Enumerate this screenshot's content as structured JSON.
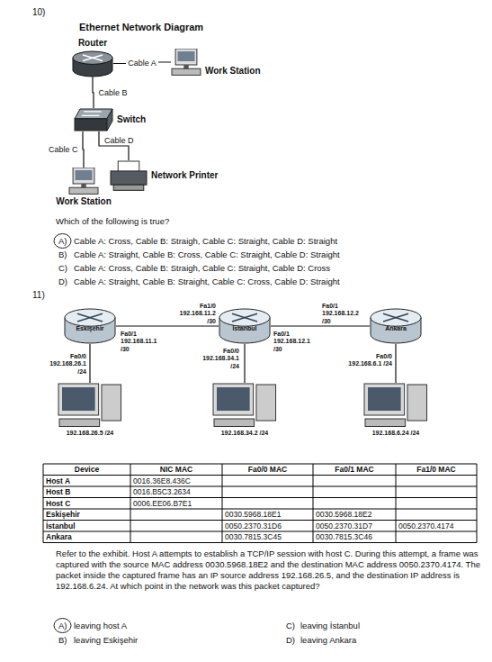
{
  "diagram": {
    "title": "Ethernet Network Diagram",
    "nodes": [
      {
        "text": [
          "Router"
        ]
      },
      {
        "text": [
          "Work Station"
        ]
      },
      {
        "text": [
          "Switch"
        ]
      },
      {
        "text": [
          "Work Station"
        ]
      },
      {
        "text": [
          "Network Printer"
        ]
      },
      {
        "text": [
          "Eskişehir"
        ]
      },
      {
        "text": [
          "İstanbul"
        ]
      },
      {
        "text": [
          "Ankara"
        ]
      },
      {
        "text": [
          "192.168.26.5 /24"
        ]
      },
      {
        "text": [
          "192.168.34.2 /24"
        ]
      },
      {
        "text": [
          "192.168.6.24 /24"
        ]
      }
    ],
    "edges": [
      {
        "from": 0,
        "to": 1,
        "arrow": "none",
        "label": "Cable A"
      },
      {
        "from": 0,
        "to": 2,
        "arrow": "none",
        "label": "Cable B"
      },
      {
        "from": 2,
        "to": 3,
        "arrow": "none",
        "label": "Cable C"
      },
      {
        "from": 2,
        "to": 4,
        "arrow": "none",
        "label": "Cable D"
      },
      {
        "from": 5,
        "to": 6,
        "arrow": "none"
      },
      {
        "from": 6,
        "to": 7,
        "arrow": "none"
      },
      {
        "from": 5,
        "to": 8,
        "arrow": "none"
      },
      {
        "from": 6,
        "to": 9,
        "arrow": "none"
      },
      {
        "from": 7,
        "to": 10,
        "arrow": "none"
      }
    ],
    "labels": [
      "10)",
      "Which of the following is true?",
      "A)",
      "Cable A: Cross, Cable B: Straigh, Cable C: Straight, Cable D: Straight",
      "B)",
      "Cable A: Straight, Cable B: Cross, Cable C: Straight, Cable D: Straight",
      "C)",
      "Cable A: Cross, Cable B: Straigh, Cable C: Straight, Cable D: Cross",
      "D)",
      "Cable A: Straight, Cable B: Straight, Cable C: Cross, Cable D: Straight",
      "11)",
      "Fa1/0 192.168.11.2 /30",
      "Fa0/1 192.168.12.2 /30",
      "Fa0/1 192.168.11.1 /30",
      "Fa0/1 192.168.12.1 /30",
      "Fa0/0 192.168.34.1 /24",
      "Fa0/0 192.168.26.1 /24",
      "Fa0/0 192.168.6.1 /24",
      "Device",
      "NIC MAC",
      "Fa0/0 MAC",
      "Fa0/1 MAC",
      "Fa1/0 MAC",
      "Host A",
      "0016.36E8.436C",
      "Host B",
      "0016.B5C3.2634",
      "Host C",
      "0006.EE06.B7E1",
      "Eskişehir",
      "0030.5968.18E1",
      "0030.5968.18E2",
      "İstanbul",
      "0050.2370.31D6",
      "0050.2370.31D7",
      "0050.2370.4174",
      "Ankara",
      "0030.7815.3C45",
      "0030.7815.3C46",
      "Refer to the exhibit. Host A attempts to establish a TCP/IP session with host C. During this attempt, a frame was captured with the source MAC address 0030.5968.18E2 and the destination MAC address 0050.2370.4174. The packet inside the captured frame has an IP source address 192.168.26.5, and the destination IP address is 192.168.6.24. At which point in the network was this packet captured?",
      "A)",
      "leaving host A",
      "C)",
      "leaving İstanbul",
      "B)",
      "leaving Eskişehir",
      "D)",
      "leaving Ankara"
    ]
  }
}
